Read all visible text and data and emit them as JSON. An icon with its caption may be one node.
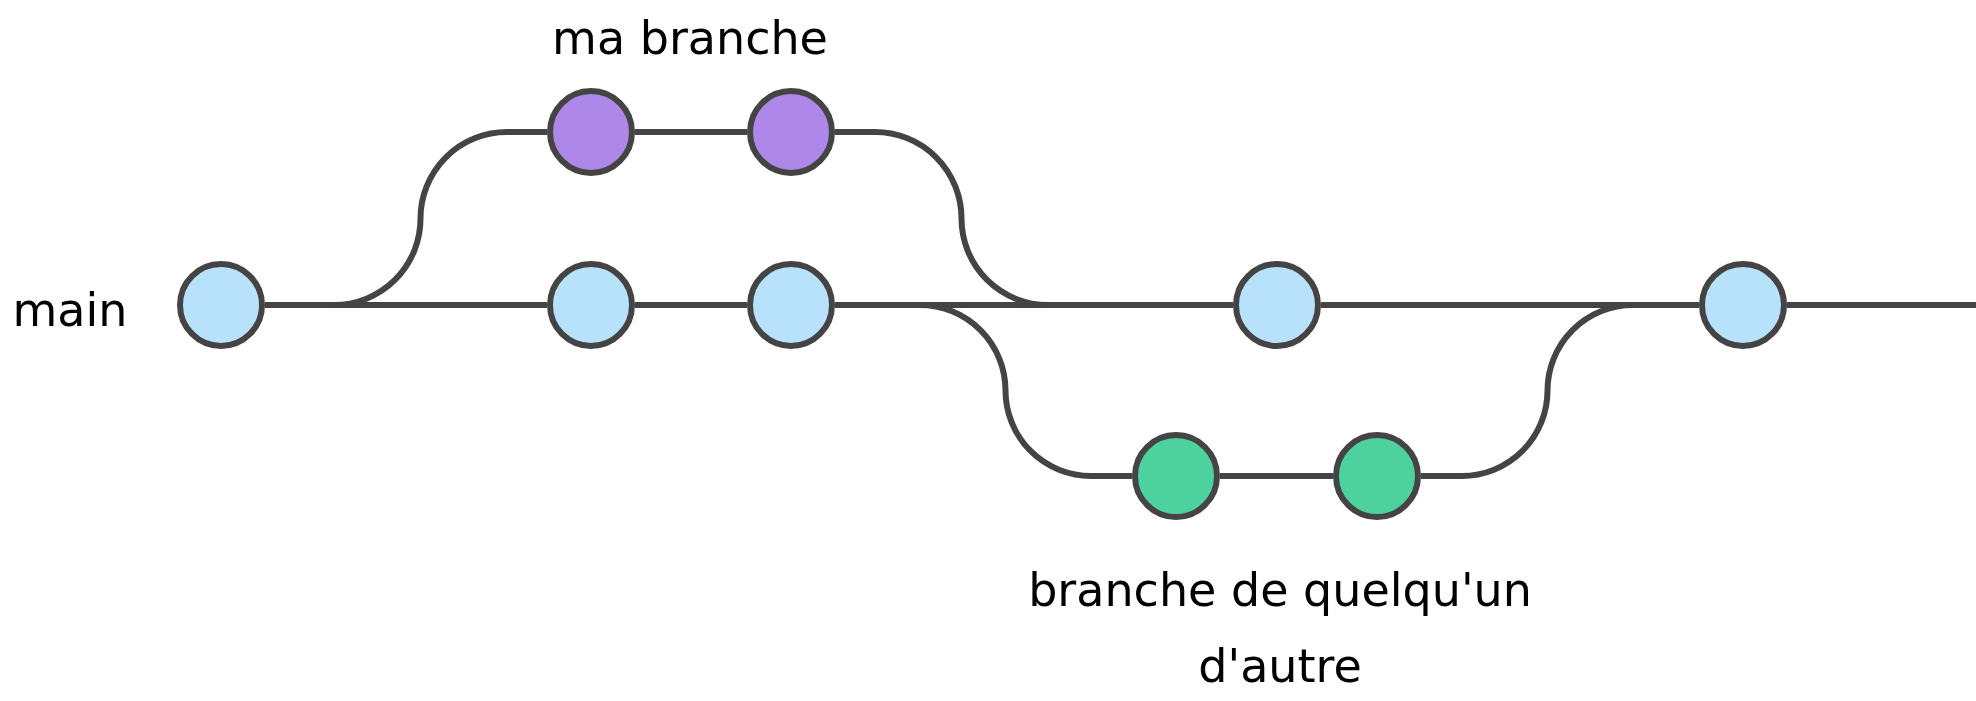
{
  "diagram": {
    "nodes": [
      {
        "text": [],
        "shape": "circle"
      },
      {
        "text": [],
        "shape": "circle"
      },
      {
        "text": [],
        "shape": "circle"
      },
      {
        "text": [],
        "shape": "circle"
      },
      {
        "text": [],
        "shape": "circle"
      },
      {
        "text": [],
        "shape": "circle"
      },
      {
        "text": [],
        "shape": "circle"
      },
      {
        "text": [],
        "shape": "circle"
      },
      {
        "text": [],
        "shape": "circle"
      }
    ],
    "edges": [
      {
        "from": 2,
        "to": 3,
        "arrow": "none"
      },
      {
        "from": 3,
        "to": 4,
        "arrow": "none"
      },
      {
        "from": 4,
        "to": 5,
        "arrow": "none"
      },
      {
        "from": 5,
        "to": 6,
        "arrow": "none"
      },
      {
        "from": 6,
        "to": null,
        "arrow": "none"
      },
      {
        "from": 2,
        "to": 0,
        "arrow": "none"
      },
      {
        "from": 0,
        "to": 1,
        "arrow": "none"
      },
      {
        "from": 1,
        "to": 5,
        "arrow": "none"
      },
      {
        "from": 4,
        "to": 7,
        "arrow": "none"
      },
      {
        "from": 7,
        "to": 8,
        "arrow": "none"
      },
      {
        "from": 8,
        "to": 6,
        "arrow": "none"
      }
    ],
    "labels": [
      "ma branche",
      "main",
      "branche de quelqu'un d'autre"
    ]
  }
}
